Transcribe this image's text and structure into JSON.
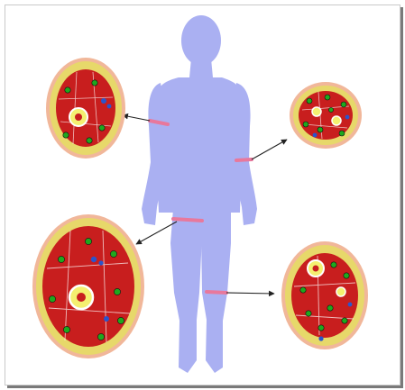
{
  "figure": {
    "body_color": "#aab0f2",
    "cut_marker_color": "#e8789c",
    "arrow_color": "#222222",
    "cross_sections": [
      {
        "id": "upper-arm",
        "position": "top-left"
      },
      {
        "id": "forearm",
        "position": "top-right"
      },
      {
        "id": "thigh",
        "position": "bottom-left"
      },
      {
        "id": "lower-leg",
        "position": "bottom-right"
      }
    ],
    "tissue_colors": {
      "muscle": "#c81e1e",
      "fat": "#e7d86a",
      "skin": "#f1b79a",
      "bone": "#f4f070",
      "nerve": "#1ea81e",
      "vessel": "#2a55cc"
    }
  }
}
